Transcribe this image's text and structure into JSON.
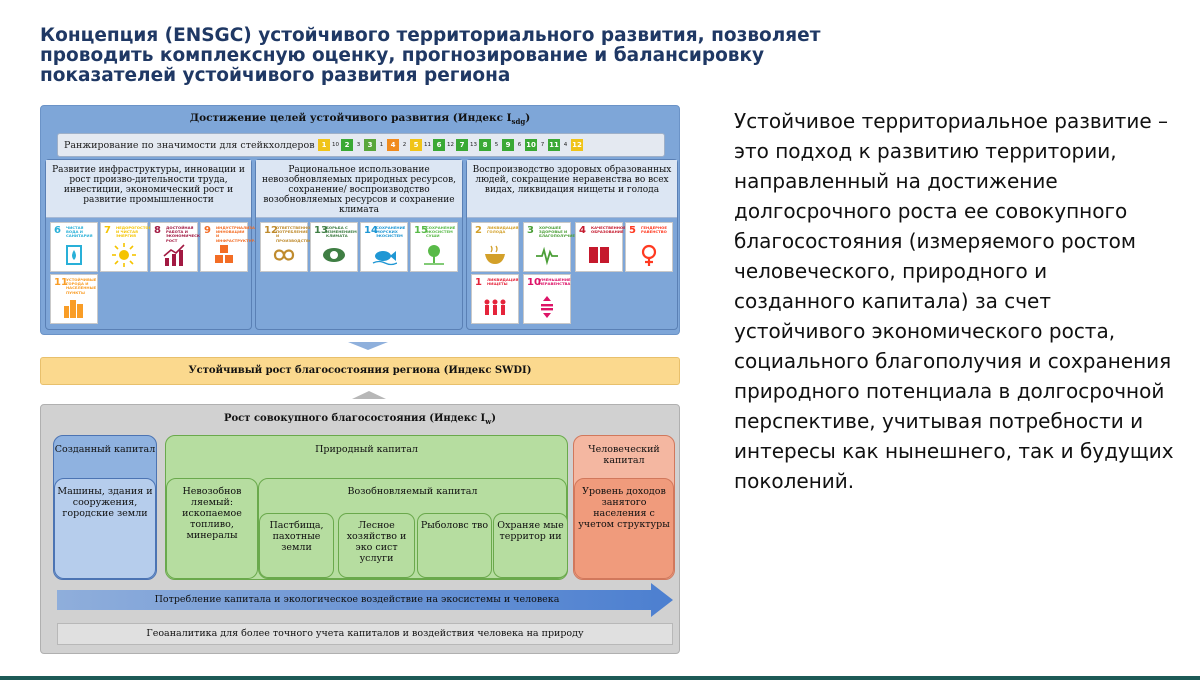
{
  "slide": {
    "title": "Концепция (ENSGC) устойчивого территориального развития, позволяет проводить комплексную оценку, прогнозирование и балансировку показателей устойчивого развития региона",
    "side_text": "Устойчивое территориальное развитие – это подход к развитию территории, направленный на достижение долгосрочного роста ее совокупного благосостояния (измеряемого ростом человеческого, природного и созданного капитала) за счет устойчивого экономического роста, социального благополучия и сохранения природного потенциала в долгосрочной перспективе, учитывая потребности и интересы как нынешнего, так и будущих поколений."
  },
  "top_panel": {
    "title": "Достижение целей устойчивого развития (Индекс I",
    "title_sub": "sdg",
    "title_end": ")",
    "ranking_label": "Ранжирование по значимости для стейкхолдеров",
    "ranking": [
      {
        "box": "1",
        "color": "#f0c419",
        "num": "10"
      },
      {
        "box": "2",
        "color": "#3aa935",
        "num": "3"
      },
      {
        "box": "3",
        "color": "#5aa73c",
        "num": "1"
      },
      {
        "box": "4",
        "color": "#f08b1d",
        "num": "2"
      },
      {
        "box": "5",
        "color": "#f0c419",
        "num": "11"
      },
      {
        "box": "6",
        "color": "#3aa935",
        "num": "12"
      },
      {
        "box": "7",
        "color": "#3aa935",
        "num": "13"
      },
      {
        "box": "8",
        "color": "#3aa935",
        "num": "5"
      },
      {
        "box": "9",
        "color": "#3aa935",
        "num": "6"
      },
      {
        "box": "10",
        "color": "#3aa935",
        "num": "7"
      },
      {
        "box": "11",
        "color": "#3aa935",
        "num": "4"
      },
      {
        "box": "12",
        "color": "#f0c419",
        "num": ""
      }
    ],
    "columns": [
      {
        "header": "Развитие инфраструктуры, инновации и рост произво-дительности труда, инвестиции, экономический рост и развитие промышленности",
        "goals": [
          {
            "num": "6",
            "caption": "ЧИСТАЯ ВОДА И САНИТАРИЯ",
            "color": "#29b0d8",
            "icon": "water-icon"
          },
          {
            "num": "7",
            "caption": "НЕДОРОГОСТОЯЩАЯ И ЧИСТАЯ ЭНЕРГИЯ",
            "color": "#f5c400",
            "icon": "sun-icon"
          },
          {
            "num": "8",
            "caption": "ДОСТОЙНАЯ РАБОТА И ЭКОНОМИЧЕСКИЙ РОСТ",
            "color": "#a21942",
            "icon": "growth-icon"
          },
          {
            "num": "9",
            "caption": "ИНДУСТРИАЛИЗАЦИЯ, ИННОВАЦИИ И ИНФРАСТРУКТУРА",
            "color": "#f36d25",
            "icon": "cubes-icon"
          },
          {
            "num": "11",
            "caption": "УСТОЙЧИВЫЕ ГОРОДА И НАСЕЛЕННЫЕ ПУНКТЫ",
            "color": "#f99d26",
            "icon": "city-icon"
          }
        ]
      },
      {
        "header": "Рациональное использование невозобновляемых природных ресурсов, сохранение/ воспроизводство возобновляемых ресурсов и сохранение климата",
        "goals": [
          {
            "num": "12",
            "caption": "ОТВЕТСТВЕННОЕ ПОТРЕБЛЕНИЕ И ПРОИЗВОДСТВО",
            "color": "#bf8b2e",
            "icon": "infinity-icon"
          },
          {
            "num": "13",
            "caption": "БОРЬБА С ИЗМЕНЕНИЕМ КЛИМАТА",
            "color": "#3f7e44",
            "icon": "eye-globe-icon"
          },
          {
            "num": "14",
            "caption": "СОХРАНЕНИЕ МОРСКИХ ЭКОСИСТЕМ",
            "color": "#1f97d4",
            "icon": "fish-icon"
          },
          {
            "num": "15",
            "caption": "СОХРАНЕНИЕ ЭКОСИСТЕМ СУШИ",
            "color": "#59ba48",
            "icon": "tree-icon"
          }
        ]
      },
      {
        "header": "Воспроизводство здоровых образованных людей, сокращение неравенства во всех видах, ликвидация нищеты и голода",
        "goals": [
          {
            "num": "2",
            "caption": "ЛИКВИДАЦИЯ ГОЛОДА",
            "color": "#d3a029",
            "icon": "bowl-icon"
          },
          {
            "num": "3",
            "caption": "ХОРОШЕЕ ЗДОРОВЬЕ И БЛАГОПОЛУЧИЕ",
            "color": "#4c9f38",
            "icon": "heartbeat-icon"
          },
          {
            "num": "4",
            "caption": "КАЧЕСТВЕННОЕ ОБРАЗОВАНИЕ",
            "color": "#c5192d",
            "icon": "book-icon"
          },
          {
            "num": "5",
            "caption": "ГЕНДЕРНОЕ РАВЕНСТВО",
            "color": "#ff3a21",
            "icon": "gender-icon"
          },
          {
            "num": "1",
            "caption": "ЛИКВИДАЦИЯ НИЩЕТЫ",
            "color": "#e5243b",
            "icon": "people-icon"
          },
          {
            "num": "10",
            "caption": "УМЕНЬШЕНИЕ НЕРАВЕНСТВА",
            "color": "#dd1367",
            "icon": "equality-icon"
          }
        ]
      }
    ]
  },
  "middle": {
    "swdi_label": "Устойчивый рост благосостояния региона (Индекс SWDI)"
  },
  "bottom_panel": {
    "title": "Рост совокупного благосостояния (Индекс I",
    "title_sub": "w",
    "title_end": ")",
    "created": {
      "title": "Созданный капитал",
      "content": "Машины, здания и сооружения, городские земли"
    },
    "natural": {
      "title": "Природный капитал",
      "nonrenewable": "Невозобнов ляемый: ископаемое топливо, минералы",
      "renewable_title": "Возобновляемый капитал",
      "renewable_items": [
        "Пастбища, пахотные земли",
        "Лесное хозяйство и эко сист услуги",
        "Рыболовс тво",
        "Охраняе мые территор ии"
      ]
    },
    "human": {
      "title": "Человеческий капитал",
      "content": "Уровень доходов занятого населения с учетом структуры"
    },
    "consumption_label": "Потребление капитала и экологическое воздействие на экосистемы и человека",
    "geo_label": "Геоаналитика для более  точного учета капиталов и воздействия человека на природу"
  }
}
